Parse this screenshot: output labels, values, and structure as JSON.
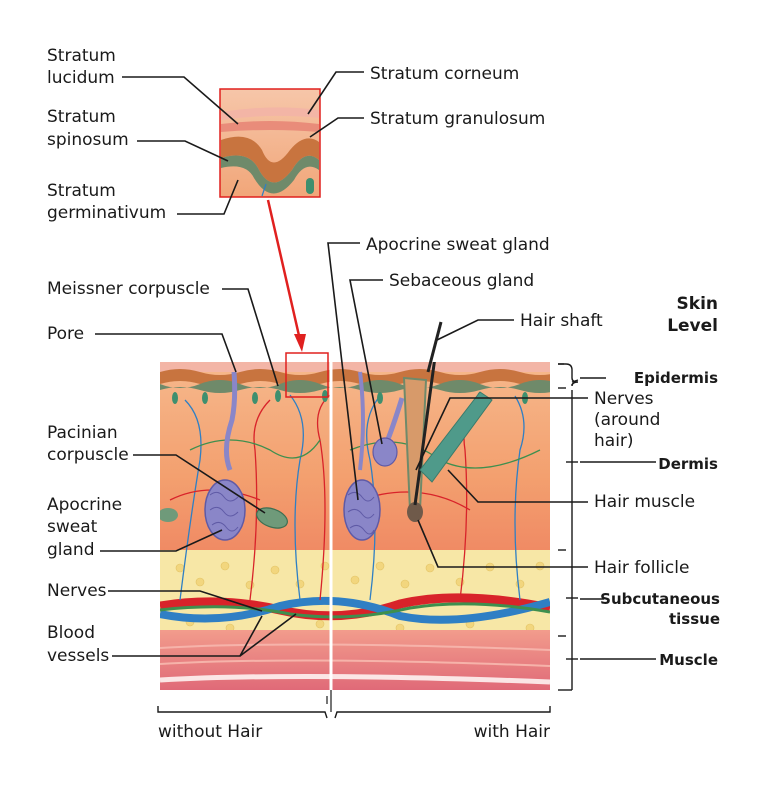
{
  "labels": {
    "stratum_lucidum": [
      "Stratum",
      "lucidum"
    ],
    "stratum_spinosum": [
      "Stratum",
      "spinosum"
    ],
    "stratum_germinativum": [
      "Stratum",
      "germinativum"
    ],
    "stratum_corneum": "Stratum corneum",
    "stratum_granulosum": "Stratum granulosum",
    "apocrine_sweat_gland_right": "Apocrine sweat gland",
    "sebaceous_gland": "Sebaceous gland",
    "meissner_corpuscle": "Meissner corpuscle",
    "hair_shaft": "Hair shaft",
    "pore": "Pore",
    "pacinian_corpuscle": [
      "Pacinian",
      "corpuscle"
    ],
    "apocrine_sweat_gland_left": [
      "Apocrine",
      "sweat",
      "gland"
    ],
    "nerves_left": "Nerves",
    "blood_vessels": [
      "Blood",
      "vessels"
    ],
    "nerves_around_hair": [
      "Nerves",
      "(around",
      "hair)"
    ],
    "hair_muscle": "Hair muscle",
    "hair_follicle": "Hair follicle"
  },
  "levels": {
    "heading": [
      "Skin",
      "Level"
    ],
    "epidermis": "Epidermis",
    "dermis": "Dermis",
    "subcutaneous": [
      "Subcutaneous",
      "tissue"
    ],
    "muscle": "Muscle"
  },
  "bottom": {
    "without_hair": "without Hair",
    "with_hair": "with Hair"
  },
  "colors": {
    "dermis": "#f4a57a",
    "epidermis": "#c8743f",
    "fat": "#f7e7a6",
    "muscle": "#e8858a",
    "artery": "#d8232a",
    "vein": "#2f7fc4",
    "nerve": "#3e8f4e",
    "gland": "#8a86c8",
    "arrow": "#e0201f"
  }
}
